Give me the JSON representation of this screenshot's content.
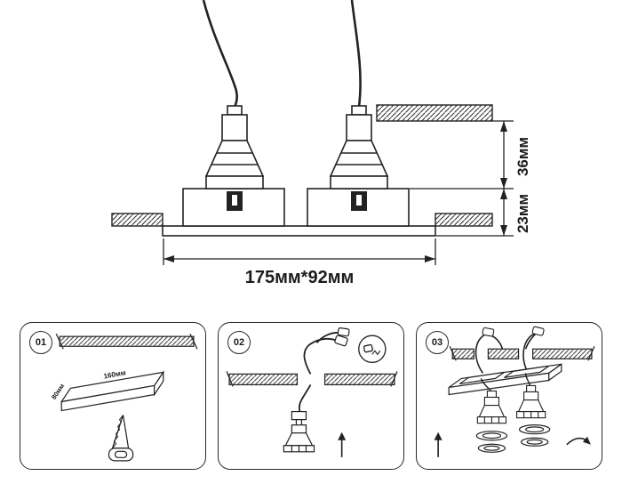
{
  "main_diagram": {
    "height_upper": "36мм",
    "height_lower": "23мм",
    "footprint": "175мм*92мм"
  },
  "steps": [
    {
      "number": "01",
      "cut_width": "160мм",
      "cut_depth": "80мм"
    },
    {
      "number": "02"
    },
    {
      "number": "03"
    }
  ],
  "colors": {
    "ink": "#222222",
    "background": "#ffffff"
  }
}
